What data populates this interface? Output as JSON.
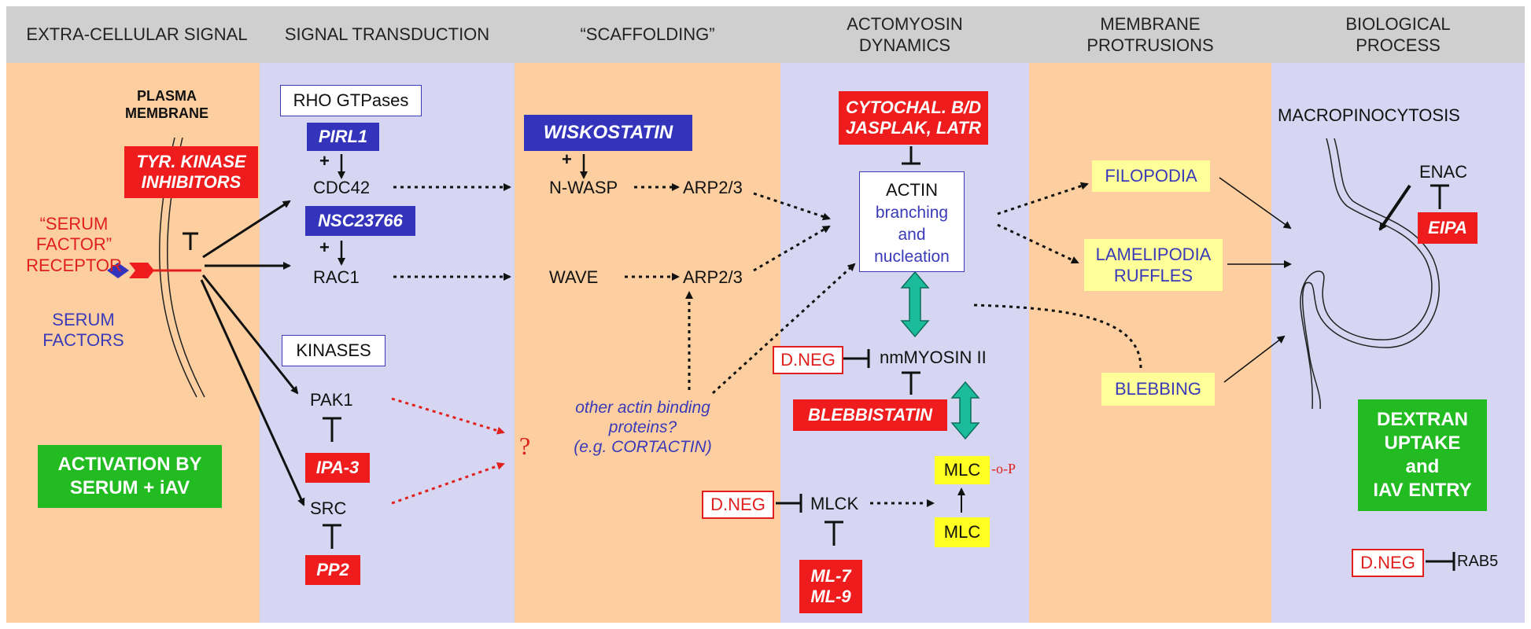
{
  "headers": [
    "EXTRA-CELLULAR SIGNAL",
    "SIGNAL TRANSDUCTION",
    "“SCAFFOLDING”",
    "ACTOMYOSIN\nDYNAMICS",
    "MEMBRANE\nPROTRUSIONS",
    "BIOLOGICAL\nPROCESS"
  ],
  "colors": {
    "peach": "#fdcfa0",
    "lavender": "#d6d6f2",
    "header": "#cfcfcf",
    "red": "#ee1c1c",
    "blue": "#3333bb",
    "green": "#22bb22",
    "yellow": "#ffff99",
    "teal": "#1abc9c"
  },
  "col1": {
    "plasma_membrane": "PLASMA\nMEMBRANE",
    "tyr_kinase": "TYR. KINASE\nINHIBITORS",
    "receptor": "“SERUM FACTOR”\nRECEPTOR",
    "serum_factors": "SERUM\nFACTORS",
    "activation": "ACTIVATION BY\nSERUM + iAV"
  },
  "col2": {
    "rho_gtpases": "RHO GTPases",
    "pirl1": "PIRL1",
    "plus1": "+",
    "cdc42": "CDC42",
    "nsc": "NSC23766",
    "plus2": "+",
    "rac1": "RAC1",
    "kinases": "KINASES",
    "pak1": "PAK1",
    "ipa3": "IPA-3",
    "src": "SRC",
    "pp2": "PP2"
  },
  "col3": {
    "wiskostatin": "WISKOSTATIN",
    "plus": "+",
    "nwasp": "N-WASP",
    "arp1": "ARP2/3",
    "wave": "WAVE",
    "arp2": "ARP2/3",
    "question": "?",
    "other_proteins": "other actin binding\nproteins?\n(e.g. CORTACTIN)"
  },
  "col4": {
    "cytochal": "CYTOCHAL. B/D\nJASPLAK, LATR",
    "actin": "ACTIN",
    "actin_sub": "branching\nand\nnucleation",
    "dneg1": "D.NEG",
    "myosin": "nmMYOSIN II",
    "blebbistatin": "BLEBBISTATIN",
    "dneg2": "D.NEG",
    "mlck": "MLCK",
    "mlc_p": "MLC",
    "op": "-o-P",
    "mlc": "MLC",
    "ml79": "ML-7\nML-9"
  },
  "col5": {
    "filopodia": "FILOPODIA",
    "lamelipodia": "LAMELIPODIA\nRUFFLES",
    "blebbing": "BLEBBING"
  },
  "col6": {
    "macropinocytosis": "MACROPINOCYTOSIS",
    "enac": "ENAC",
    "eipa": "EIPA",
    "dextran": "DEXTRAN\nUPTAKE\nand\nIAV ENTRY",
    "dneg": "D.NEG",
    "rab5": "RAB5"
  }
}
